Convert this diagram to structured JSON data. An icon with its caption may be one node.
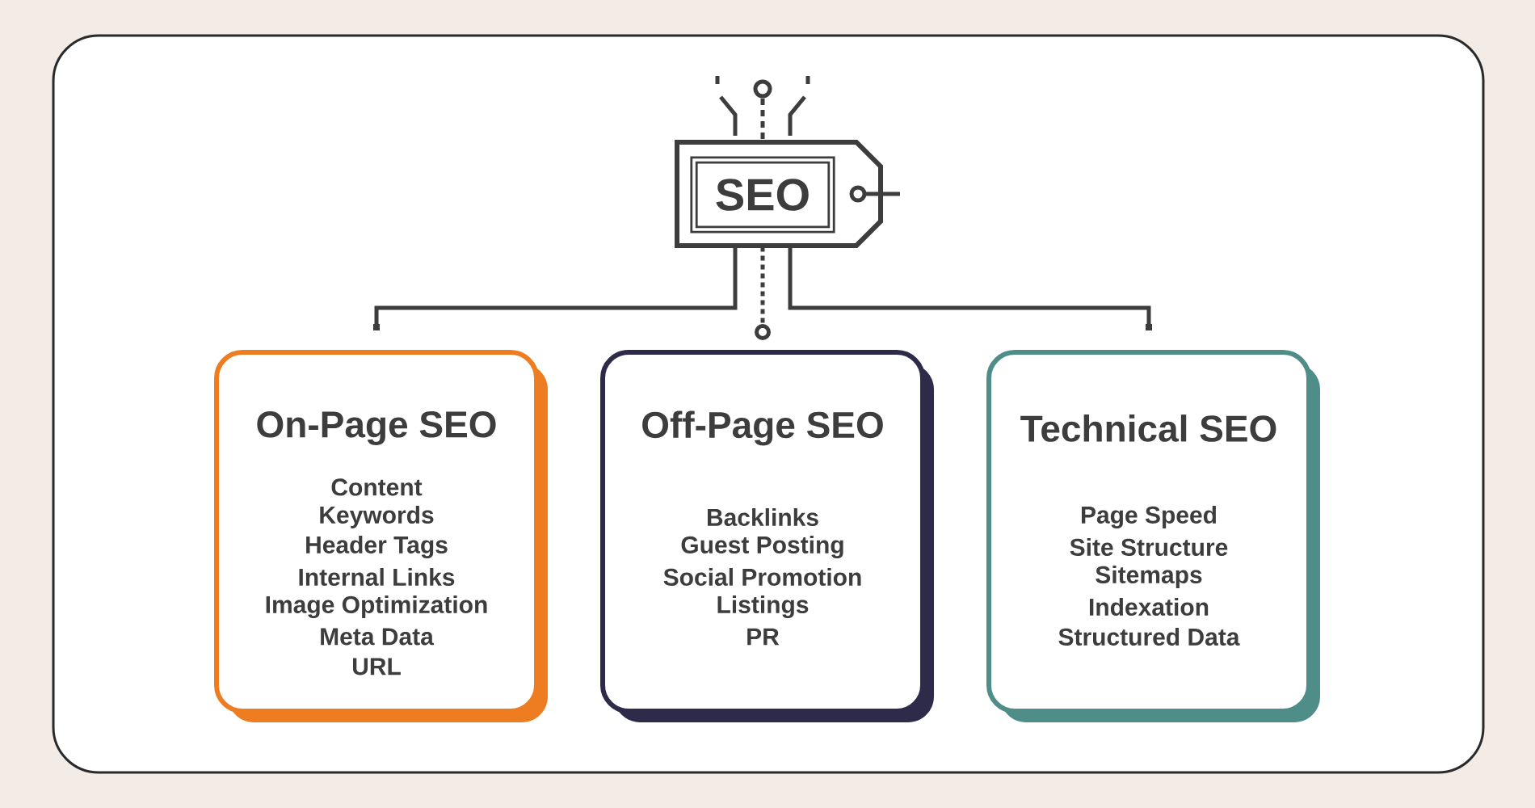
{
  "diagram": {
    "nodes": [
      {
        "text": [
          "SEO"
        ]
      },
      {
        "text": [
          "On-Page SEO",
          "Content",
          "Keywords",
          "Header Tags",
          "Internal Links",
          "Image Optimization",
          "Meta Data",
          "URL"
        ]
      },
      {
        "text": [
          "Off-Page SEO",
          "Backlinks",
          "Guest Posting",
          "Social Promotion",
          "Listings",
          "PR"
        ]
      },
      {
        "text": [
          "Technical SEO",
          "Page Speed",
          "Site Structure",
          "Sitemaps",
          "Indexation",
          "Structured Data"
        ]
      }
    ],
    "edges": [
      {
        "from": 0,
        "to": 1,
        "arrow": "other"
      },
      {
        "from": 0,
        "to": 2,
        "arrow": "other",
        "style": "dashed"
      },
      {
        "from": 0,
        "to": 3,
        "arrow": "other"
      }
    ]
  }
}
